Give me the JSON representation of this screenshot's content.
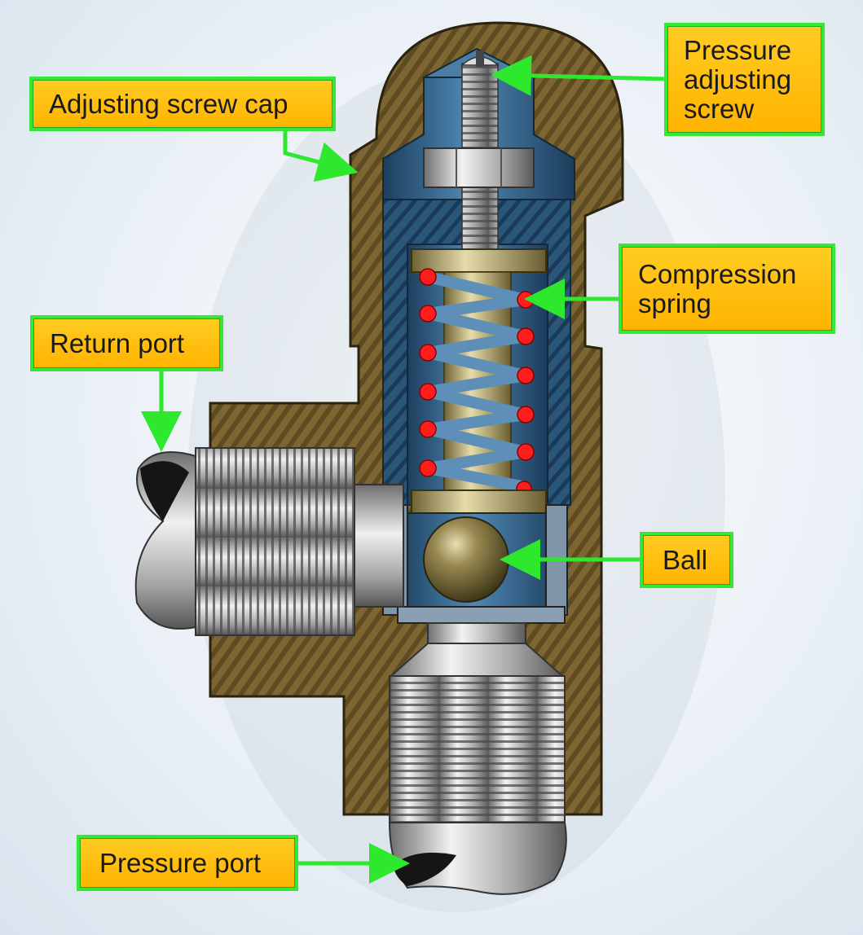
{
  "labels": {
    "adjusting_screw_cap": "Adjusting screw cap",
    "pressure_adjusting_screw": [
      "Pressure",
      "adjusting",
      "screw"
    ],
    "compression_spring": [
      "Compression",
      "spring"
    ],
    "return_port": "Return port",
    "ball": "Ball",
    "pressure_port": "Pressure port"
  },
  "colors": {
    "callout_fill": "#ffb300",
    "callout_border": "#34e834",
    "arrow": "#2ee82e",
    "body_bronze": "#7a6430",
    "interior_blue": "#2f5f88",
    "spring_dots": "#ff2020",
    "steel": "#b8b8b8"
  }
}
